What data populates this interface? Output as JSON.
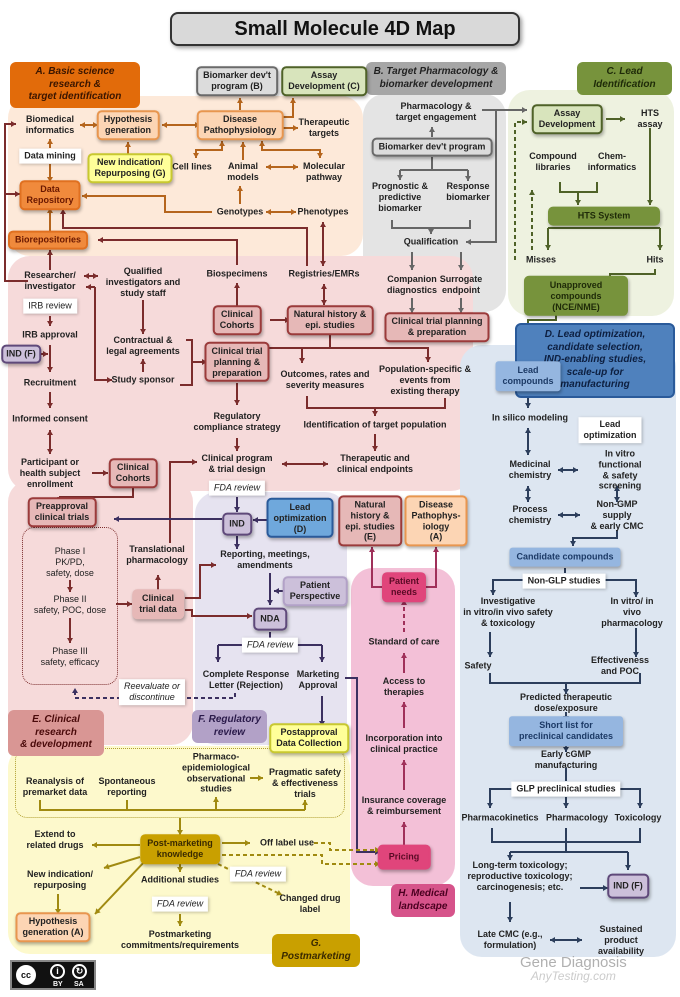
{
  "title": "Small Molecule 4D Map",
  "labels": {
    "a": "A. Basic science research &\ntarget identification",
    "b": "B. Target Pharmacology &\nbiomarker development",
    "c": "C. Lead\nIdentification",
    "d": "D. Lead optimization,\ncandidate selection,\nIND-enabling studies,\nscale-up for\nmanufacturing",
    "e": "E. Clinical research\n& development",
    "f": "F. Regulatory\nreview",
    "g": "G. Postmarketing",
    "h": "H. Medical\nlandscape"
  },
  "a": {
    "biomarker_b": "Biomarker dev't\nprogram (B)",
    "assay_c": "Assay\nDevelopment (C)",
    "biomedical": "Biomedical\ninformatics",
    "hypothesis": "Hypothesis\ngeneration",
    "disease": "Disease\nPathophysiology",
    "therapeutic_targets": "Therapeutic\ntargets",
    "data_mining": "Data mining",
    "new_indication": "New indication/\nRepurposing (G)",
    "cell_lines": "Cell lines",
    "animal_models": "Animal\nmodels",
    "molecular_pathway": "Molecular\npathway",
    "data_repository": "Data\nRepository",
    "genotypes": "Genotypes",
    "phenotypes": "Phenotypes",
    "biorepositories": "Biorepositories"
  },
  "b": {
    "pharmacology": "Pharmacology &\ntarget engagement",
    "biomarker_program": "Biomarker dev't program",
    "prognostic": "Prognostic &\npredictive\nbiomarker",
    "response": "Response\nbiomarker",
    "qualification": "Qualification",
    "companion": "Companion\ndiagnostics",
    "surrogate": "Surrogate\nendpoint"
  },
  "c": {
    "assay": "Assay\nDevelopment",
    "hts_assay": "HTS assay",
    "compound_libraries": "Compound\nlibraries",
    "cheminformatics": "Chem-\ninformatics",
    "hts_system": "HTS System",
    "misses": "Misses",
    "hits": "Hits",
    "unapproved": "Unapproved compounds\n(NCE/NME)"
  },
  "d": {
    "lead_compounds": "Lead\ncompounds",
    "in_silico": "In silico modeling",
    "lead_optimization": "Lead\noptimization",
    "medicinal": "Medicinal\nchemistry",
    "in_vitro": "In vitro functional\n& safety screening",
    "process": "Process\nchemistry",
    "non_gmp": "Non-GMP supply\n& early CMC",
    "candidate": "Candidate compounds",
    "non_glp": "Non-GLP studies",
    "investigative": "Investigative\nin vitro/in vivo safety\n& toxicology",
    "pharmacology_vv": "In vitro/ in vivo\npharmacology",
    "safety": "Safety",
    "effectiveness": "Effectiveness and POC",
    "predicted": "Predicted therapeutic dose/exposure",
    "short_list": "Short list for preclinical candidates",
    "early_cgmp": "Early cGMP manufacturing",
    "glp": "GLP preclinical studies",
    "pk": "Pharmacokinetics",
    "pharmacology": "Pharmacology",
    "toxicology": "Toxicology",
    "long_term": "Long-term toxicology;\nreproductive toxicology;\ncarcinogenesis; etc.",
    "ind_f": "IND (F)",
    "late_cmc": "Late CMC (e.g.,\nformulation)",
    "sustained": "Sustained product\navailability"
  },
  "e": {
    "researcher": "Researcher/\ninvestigator",
    "qualified": "Qualified\ninvestigators and\nstudy staff",
    "biospecimens": "Biospecimens",
    "registries": "Registries/EMRs",
    "irb_review": "IRB review",
    "clinical_cohorts_top": "Clinical\nCohorts",
    "natural_history_top": "Natural history &\nepi. studies",
    "ctp_b": "Clinical trial planning\n& preparation",
    "irb_approval": "IRB approval",
    "contractual": "Contractual &\nlegal agreements",
    "ctp": "Clinical trial\nplanning  &\npreparation",
    "ind_f": "IND (F)",
    "study_sponsor": "Study sponsor",
    "outcomes": "Outcomes, rates and\nseverity measures",
    "population": "Population-specific &\nevents from\nexisting therapy",
    "recruitment": "Recruitment",
    "informed_consent": "Informed consent",
    "regulatory": "Regulatory\ncompliance strategy",
    "identification": "Identification of target population",
    "participant": "Participant or\nhealth subject\nenrollment",
    "clinical_cohorts": "Clinical\nCohorts",
    "clinical_program": "Clinical program\n& trial design",
    "endpoints": "Therapeutic and\nclinical endpoints",
    "preapproval": "Preapproval\nclinical trials",
    "phase1": "Phase I\nPK/PD,\nsafety, dose",
    "phase2": "Phase II\nsafety, POC, dose",
    "phase3": "Phase III\nsafety, efficacy",
    "translational": "Translational\npharmacology",
    "trial_data": "Clinical\ntrial data"
  },
  "f": {
    "fda_review_1": "FDA review",
    "ind": "IND",
    "lead_opt_d": "Lead\noptimization\n(D)",
    "natural_history_e": "Natural\nhistory &\nepi. studies\n(E)",
    "disease_a": "Disease\nPathophys-\niology\n(A)",
    "reporting": "Reporting, meetings,\namendments",
    "patient_perspective": "Patient\nPerspective",
    "nda": "NDA",
    "fda_review_2": "FDA review",
    "crl": "Complete Response\nLetter (Rejection)",
    "marketing": "Marketing\nApproval",
    "reevaluate": "Reevaluate or\ndiscontinue",
    "postapproval": "Postapproval\nData Collection"
  },
  "h": {
    "patient_needs": "Patient\nneeds",
    "standard": "Standard of care",
    "access": "Access to\ntherapies",
    "incorporation": "Incorporation into\nclinical practice",
    "insurance": "Insurance coverage\n& reimbursement",
    "pricing": "Pricing"
  },
  "g": {
    "reanalysis": "Reanalysis of\npremarket data",
    "spontaneous": "Spontaneous\nreporting",
    "pharmacoepi": "Pharmaco-\nepidemiological\nobservational\nstudies",
    "pragmatic": "Pragmatic safety\n& effectiveness\ntrials",
    "extend": "Extend to\nrelated drugs",
    "pmk": "Post-marketing\nknowledge",
    "off_label": "Off label use",
    "new_indication": "New  indication/\nrepurposing",
    "additional": "Additional studies",
    "fda_review_a": "FDA review",
    "changed_label": "Changed drug\nlabel",
    "fda_review_b": "FDA review",
    "hypothesis_a": "Hypothesis\ngeneration (A)",
    "commitments": "Postmarketing\ncommitments/requirements"
  },
  "license": {
    "by": "BY",
    "sa": "SA"
  },
  "watermark": {
    "line1": "Gene Diagnosis",
    "line2": "AnyTesting.com"
  }
}
